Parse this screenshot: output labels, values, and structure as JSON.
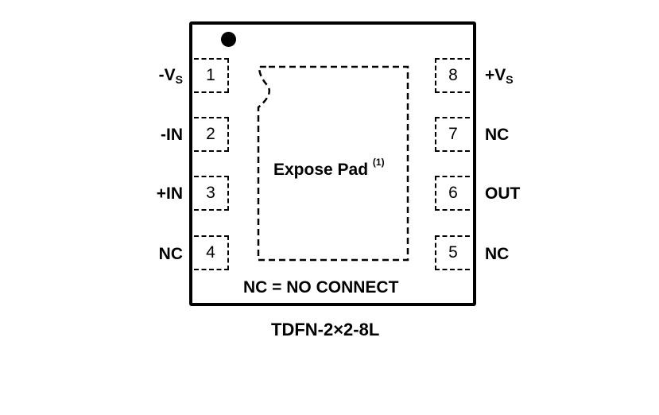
{
  "package": {
    "name": "TDFN-2×2-8L",
    "note": "NC = NO CONNECT",
    "pad_label": "Expose Pad",
    "pad_footnote": "(1)"
  },
  "pins": [
    {
      "number": "1",
      "label": "-V",
      "sub": "S",
      "side": "left"
    },
    {
      "number": "2",
      "label": "-IN",
      "sub": "",
      "side": "left"
    },
    {
      "number": "3",
      "label": "+IN",
      "sub": "",
      "side": "left"
    },
    {
      "number": "4",
      "label": "NC",
      "sub": "",
      "side": "left"
    },
    {
      "number": "5",
      "label": "NC",
      "sub": "",
      "side": "right"
    },
    {
      "number": "6",
      "label": "OUT",
      "sub": "",
      "side": "right"
    },
    {
      "number": "7",
      "label": "NC",
      "sub": "",
      "side": "right"
    },
    {
      "number": "8",
      "label": "+V",
      "sub": "S",
      "side": "right"
    }
  ]
}
